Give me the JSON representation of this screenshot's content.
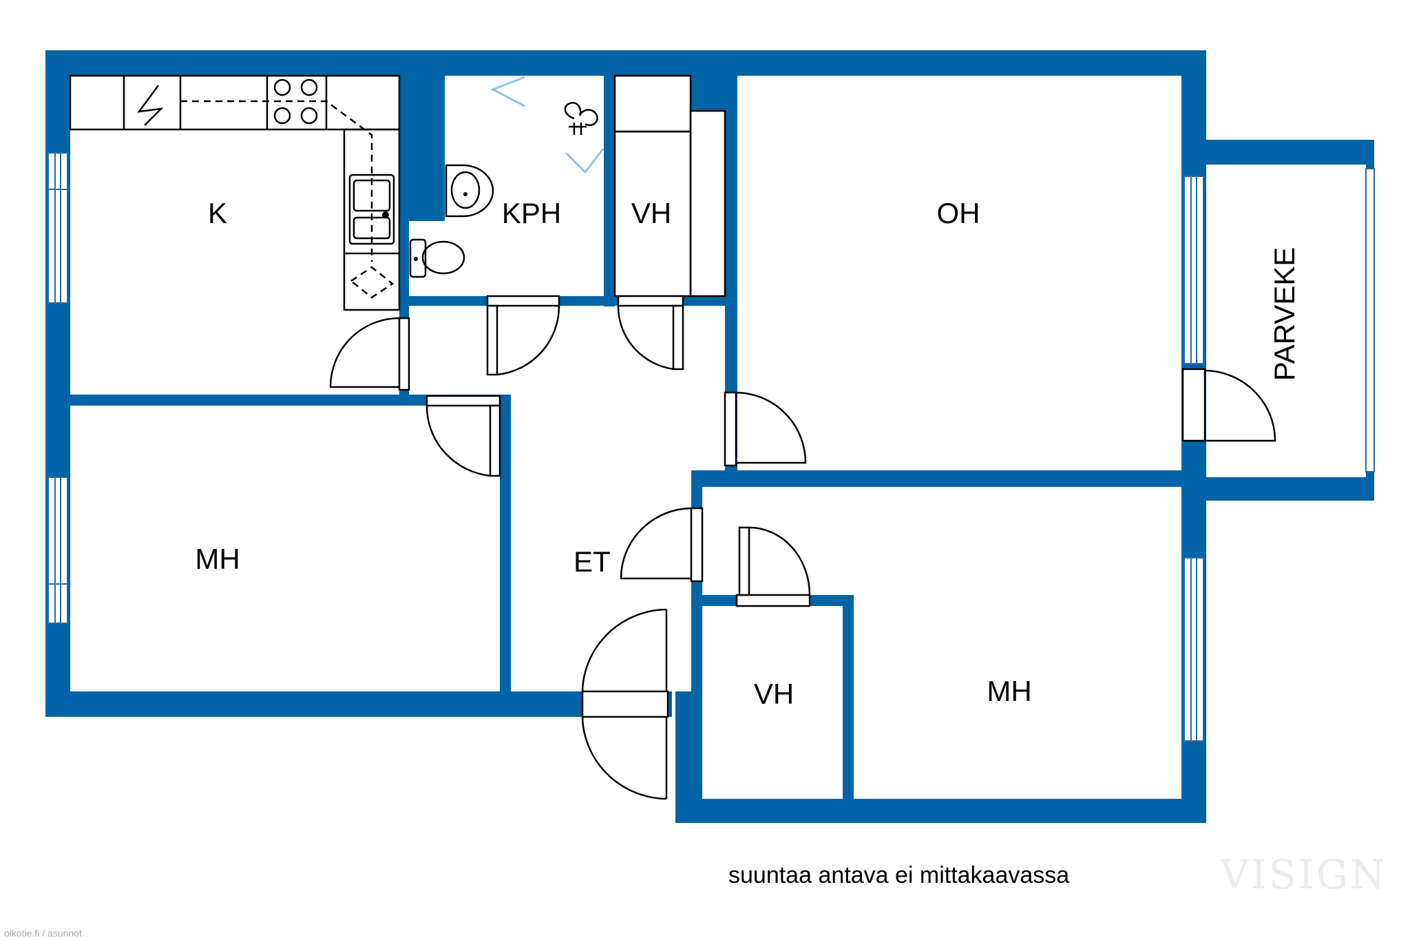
{
  "colors": {
    "wall": "#0064a6",
    "background": "#ffffff",
    "line": "#000000",
    "shower": "#8fc4e8"
  },
  "rooms": {
    "k": "K",
    "kph": "KPH",
    "vh_top": "VH",
    "oh": "OH",
    "parveke": "PARVEKE",
    "mh_left": "MH",
    "et": "ET",
    "vh_bottom": "VH",
    "mh_right": "MH"
  },
  "fixtures": {
    "stove": "stove-icon",
    "sink": "kitchen-sink-icon",
    "washbasin": "washbasin-icon",
    "toilet": "toilet-icon",
    "shower": "shower-icon",
    "power": "electric-outlet-icon"
  },
  "note": "suuntaa antava ei mittakaavassa",
  "brand": "VISIGN",
  "credit": "oikotie.fi / asunnot"
}
